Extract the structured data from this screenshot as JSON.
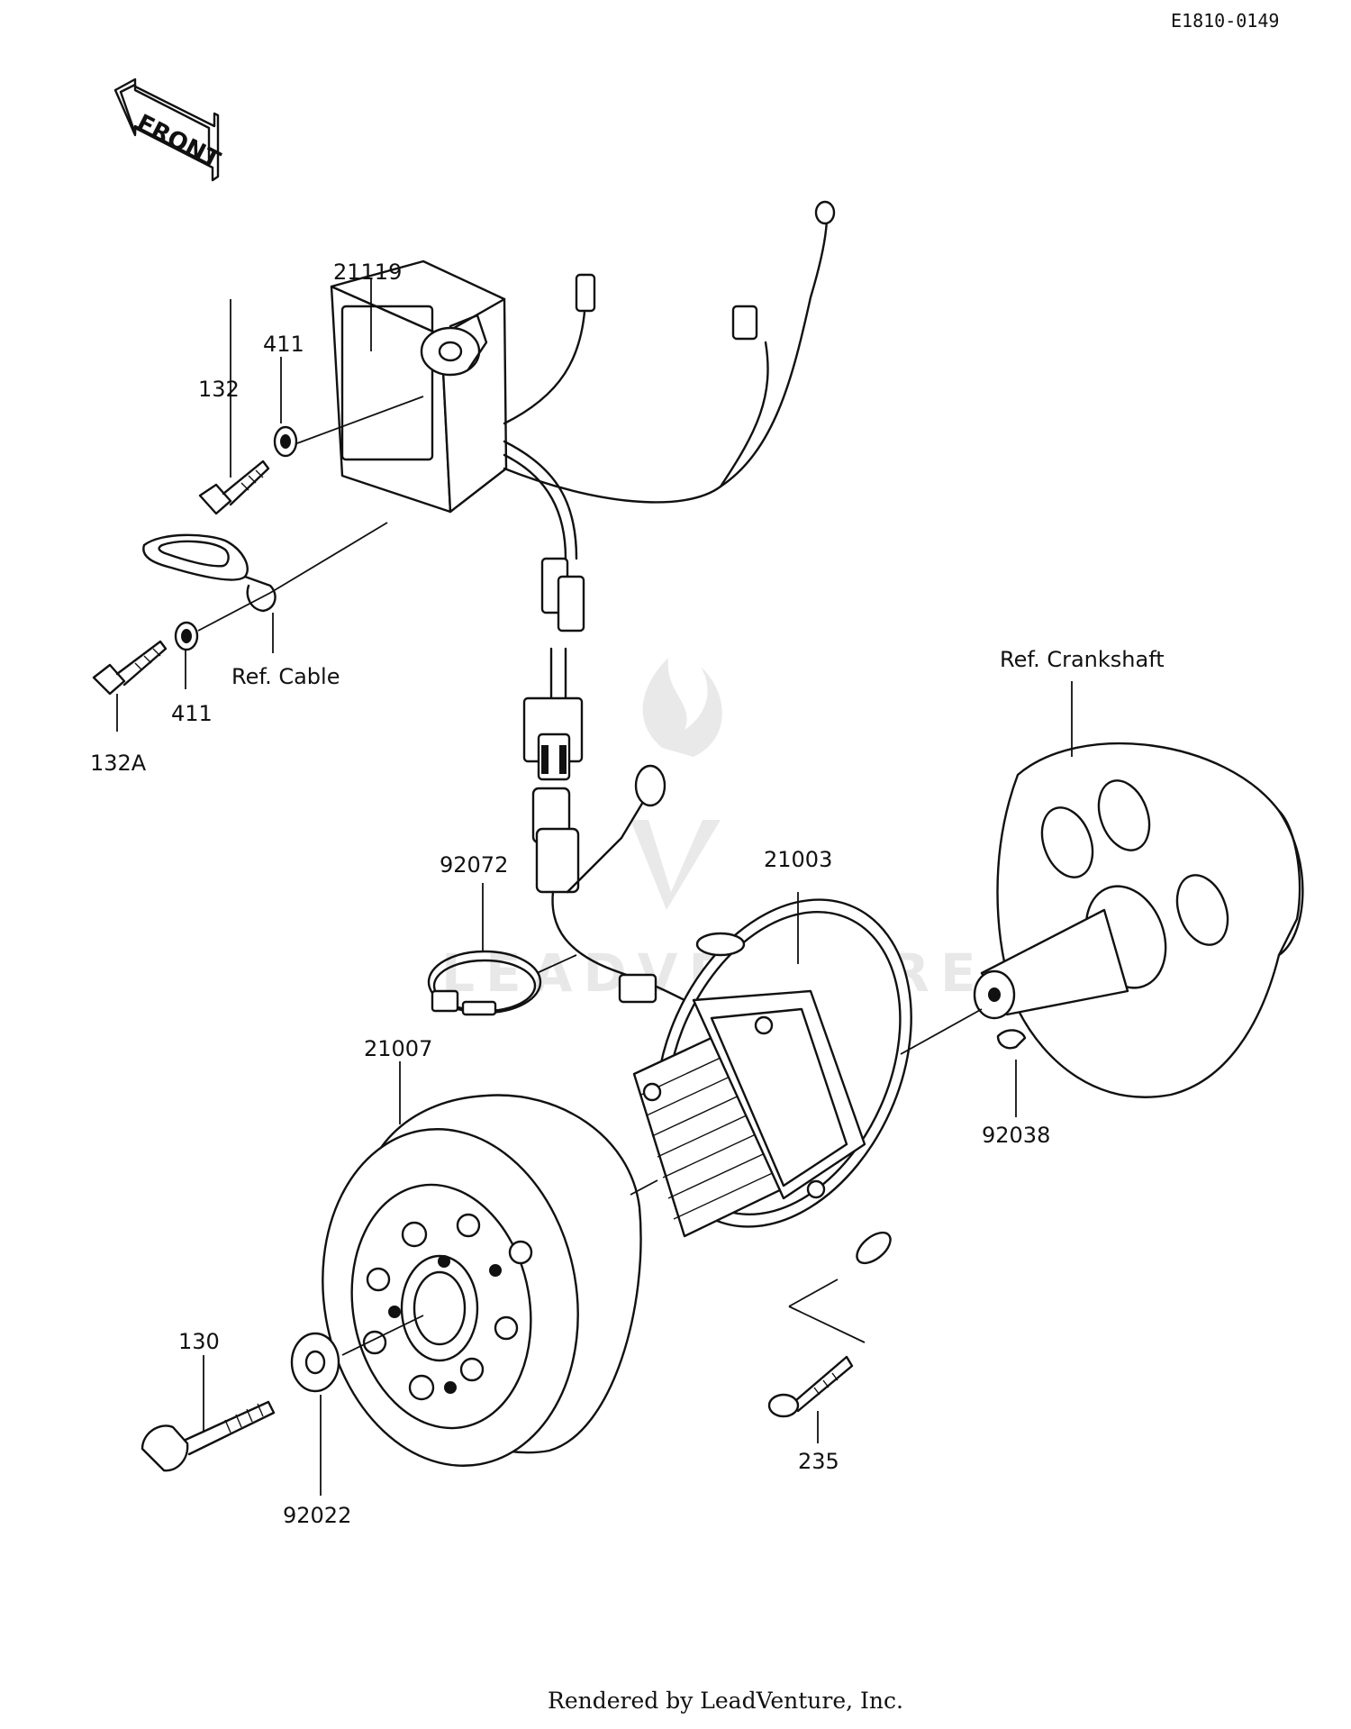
{
  "diagram_code": "E1810-0149",
  "front_arrow_label": "FRONT",
  "parts": {
    "p21119": "21119",
    "p411_top": "411",
    "p132": "132",
    "p132A": "132A",
    "p411_bottom": "411",
    "ref_cable": "Ref. Cable",
    "ref_crankshaft": "Ref. Crankshaft",
    "p92072": "92072",
    "p21003": "21003",
    "p21007": "21007",
    "p92038": "92038",
    "p130": "130",
    "p92022": "92022",
    "p235": "235"
  },
  "watermark_text": "LEADVENTURE",
  "footer": "Rendered by LeadVenture, Inc."
}
